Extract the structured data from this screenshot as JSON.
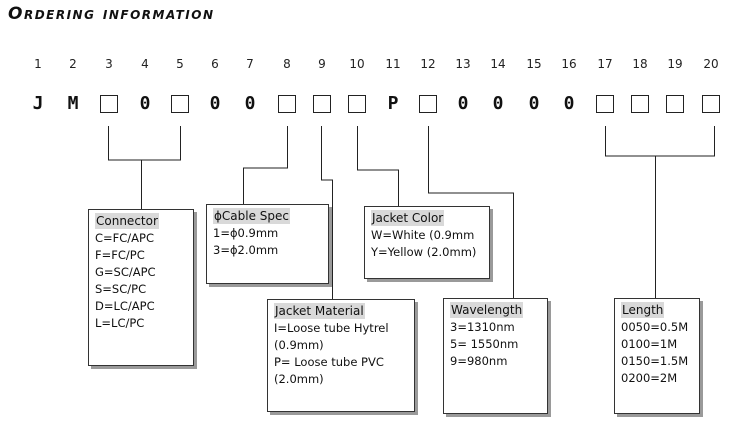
{
  "title": "Ordering information",
  "positions": [
    "1",
    "2",
    "3",
    "4",
    "5",
    "6",
    "7",
    "8",
    "9",
    "10",
    "11",
    "12",
    "13",
    "14",
    "15",
    "16",
    "17",
    "18",
    "19",
    "20"
  ],
  "code": [
    {
      "type": "char",
      "value": "J"
    },
    {
      "type": "char",
      "value": "M"
    },
    {
      "type": "box",
      "value": ""
    },
    {
      "type": "char",
      "value": "0"
    },
    {
      "type": "box",
      "value": ""
    },
    {
      "type": "char",
      "value": "0"
    },
    {
      "type": "char",
      "value": "0"
    },
    {
      "type": "box",
      "value": ""
    },
    {
      "type": "box",
      "value": ""
    },
    {
      "type": "box",
      "value": ""
    },
    {
      "type": "char",
      "value": "P"
    },
    {
      "type": "box",
      "value": ""
    },
    {
      "type": "char",
      "value": "0"
    },
    {
      "type": "char",
      "value": "0"
    },
    {
      "type": "char",
      "value": "0"
    },
    {
      "type": "char",
      "value": "0"
    },
    {
      "type": "box",
      "value": ""
    },
    {
      "type": "box",
      "value": ""
    },
    {
      "type": "box",
      "value": ""
    },
    {
      "type": "box",
      "value": ""
    }
  ],
  "boxes": {
    "connector": {
      "header": "Connector",
      "lines": [
        "C=FC/APC",
        "F=FC/PC",
        "G=SC/APC",
        "S=SC/PC",
        "D=LC/APC",
        "L=LC/PC"
      ]
    },
    "cable_spec": {
      "header": "ϕCable Spec",
      "lines": [
        "1=ϕ0.9mm",
        "3=ϕ2.0mm"
      ]
    },
    "jacket_color": {
      "header": "Jacket Color",
      "lines": [
        "W=White (0.9mm",
        "Y=Yellow (2.0mm)"
      ]
    },
    "jacket_material": {
      "header": "Jacket Material",
      "lines": [
        "I=Loose tube Hytrel",
        "(0.9mm)",
        "P= Loose tube PVC",
        "(2.0mm)"
      ]
    },
    "wavelength": {
      "header": "Wavelength",
      "lines": [
        "3=1310nm",
        "5= 1550nm",
        "9=980nm"
      ]
    },
    "length": {
      "header": "Length",
      "lines": [
        "0050=0.5M",
        "0100=1M",
        "0150=1.5M",
        "0200=2M"
      ]
    }
  }
}
